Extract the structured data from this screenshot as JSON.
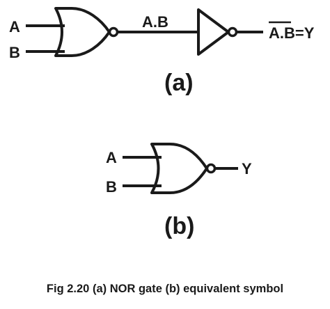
{
  "diagram_a": {
    "input_a": "A",
    "input_b": "B",
    "intermediate": "A.B",
    "output_expr": "A.B",
    "output_eq": "=Y",
    "label": "(a)"
  },
  "diagram_b": {
    "input_a": "A",
    "input_b": "B",
    "output": "Y",
    "label": "(b)"
  },
  "caption": "Fig 2.20 (a) NOR gate (b) equivalent symbol"
}
